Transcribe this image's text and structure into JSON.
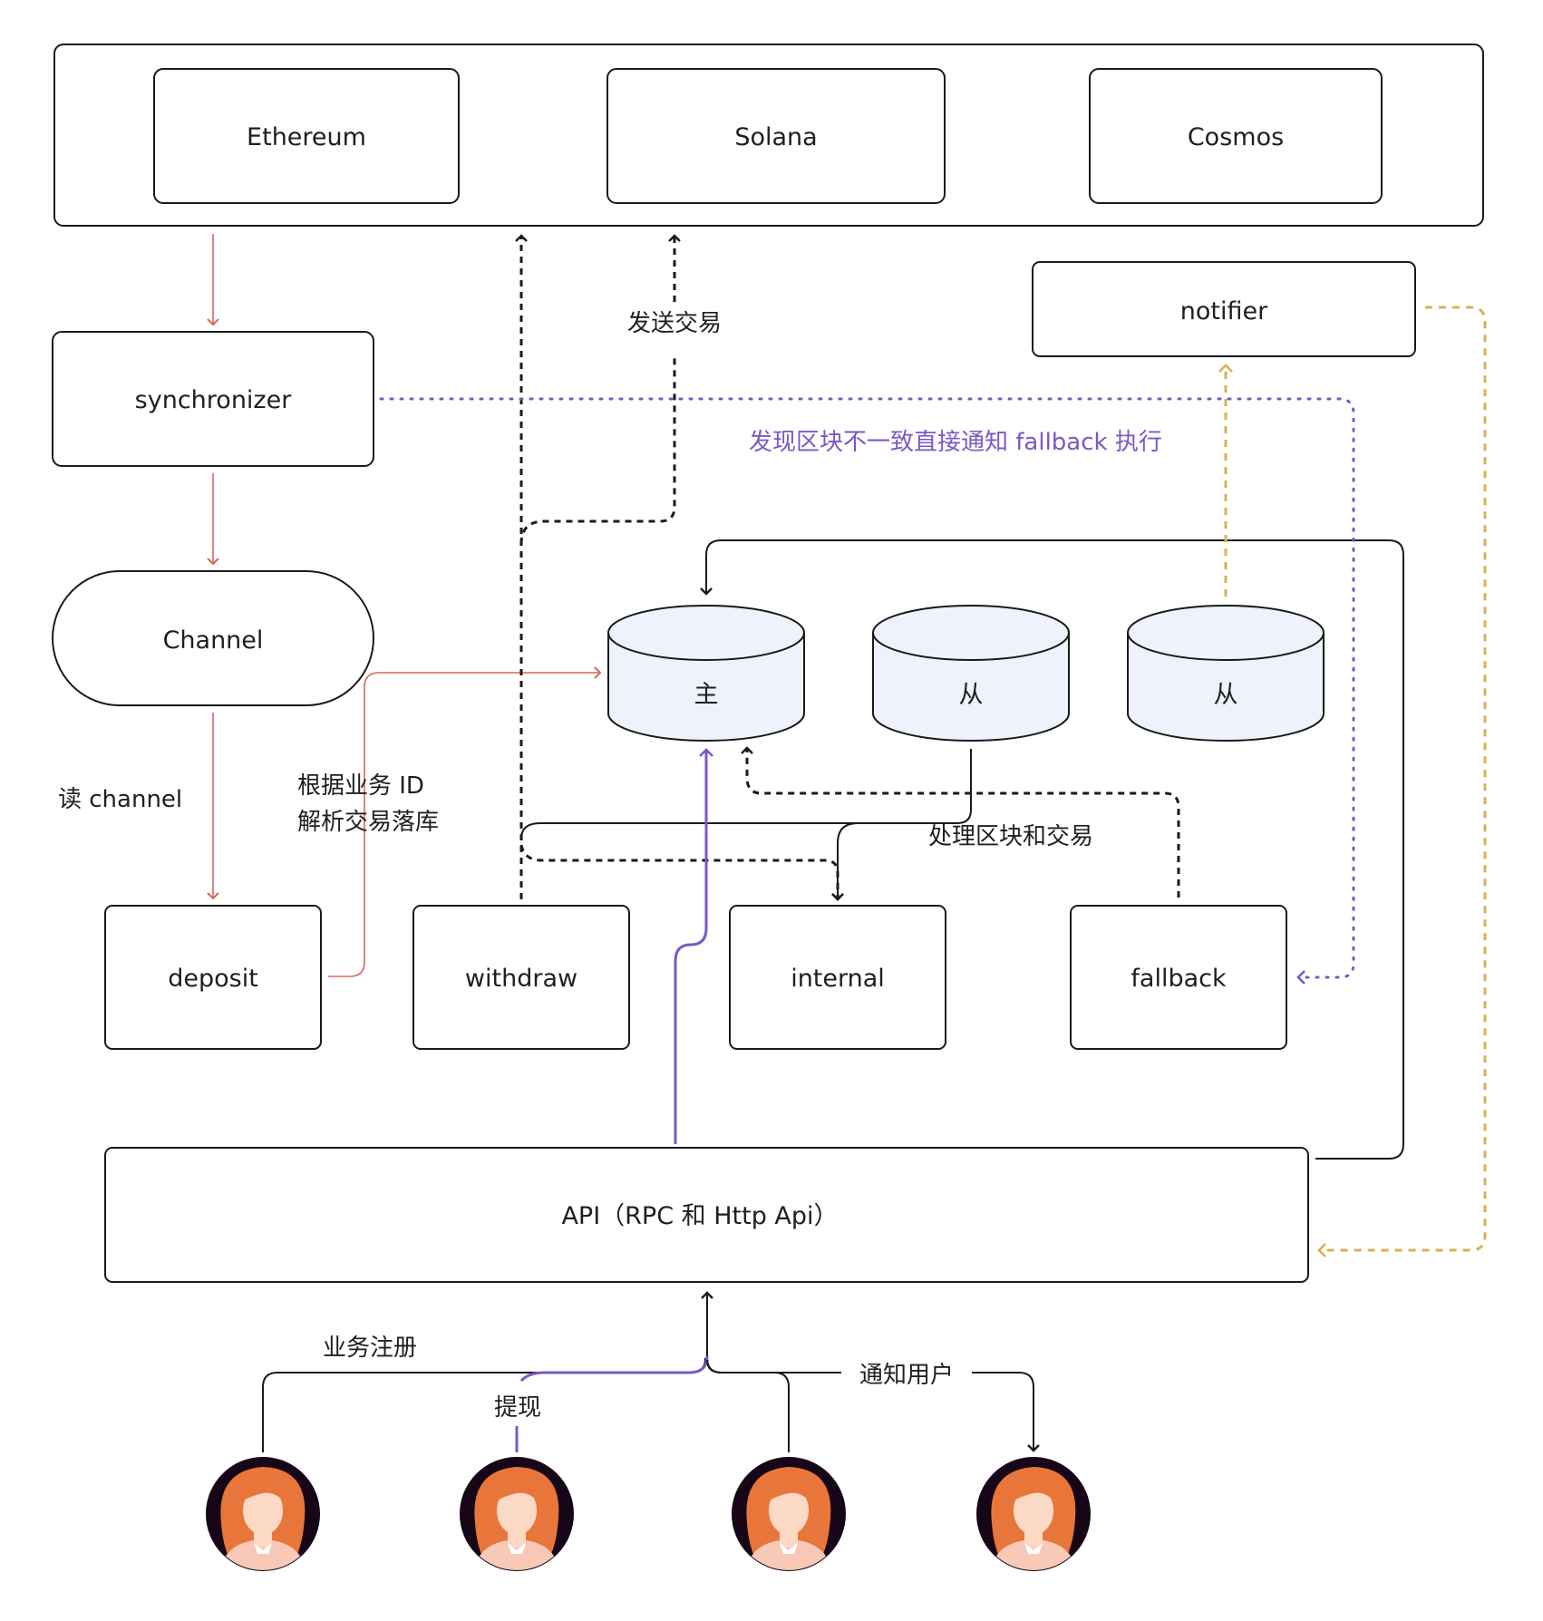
{
  "colors": {
    "stroke": "#1a1a1a",
    "red": "#d9655b",
    "purple": "#7a58c6",
    "gold": "#d8b052",
    "db_fill": "#eef2fc",
    "avatar_bg": "#160617",
    "hair": "#e8763b",
    "skin": "#fbd9c4",
    "shirt": "#f7c9b6"
  },
  "chains": {
    "ethereum": "Ethereum",
    "solana": "Solana",
    "cosmos": "Cosmos"
  },
  "nodes": {
    "synchronizer": "synchronizer",
    "channel": "Channel",
    "notifier": "notifier",
    "deposit": "deposit",
    "withdraw": "withdraw",
    "internal": "internal",
    "fallback": "fallback",
    "api": "API（RPC 和 Http Api）"
  },
  "databases": {
    "master": "主",
    "slave_1": "从",
    "slave_2": "从"
  },
  "edge_labels": {
    "send_tx": "发送交易",
    "block_mismatch": "发现区块不一致直接通知 fallback 执行",
    "read_channel": "读 channel",
    "parse_line1": "根据业务 ID",
    "parse_line2": "解析交易落库",
    "process_blocks": "处理区块和交易",
    "business_register": "业务注册",
    "withdraw_cash": "提现",
    "notify_user": "通知用户"
  },
  "users": [
    {
      "icon": "user-avatar-icon"
    },
    {
      "icon": "user-avatar-icon"
    },
    {
      "icon": "user-avatar-icon"
    },
    {
      "icon": "user-avatar-icon"
    }
  ]
}
